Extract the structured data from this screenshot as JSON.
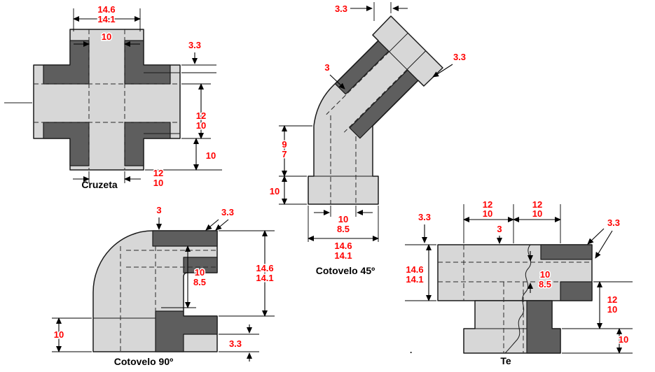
{
  "colors": {
    "dimension_text": "#ff0000",
    "body_fill": "#d7d7d7",
    "section_fill": "#5e5e5e",
    "line": "#000000"
  },
  "cruzeta": {
    "label": "Cruzeta",
    "dim_width_outer_a": "14.6",
    "dim_width_outer_b": "14.1",
    "dim_bore": "10",
    "dim_wall": "3.3",
    "dim_right_a": "12",
    "dim_right_b": "10",
    "dim_arm_depth": "10",
    "dim_bottom_a": "12",
    "dim_bottom_b": "10"
  },
  "cotovelo45": {
    "label": "Cotovelo 45º",
    "dim_top_offset": "3.3",
    "dim_right_wall": "3.3",
    "dim_wall": "3",
    "dim_left_a": "9",
    "dim_left_b": "7",
    "dim_base_height": "10",
    "dim_bore_a": "10",
    "dim_bore_b": "8.5",
    "dim_width_a": "14.6",
    "dim_width_b": "14.1"
  },
  "cotovelo90": {
    "label": "Cotovelo 90º",
    "dim_wall": "3",
    "dim_top_wall": "3.3",
    "dim_bore_a": "10",
    "dim_bore_b": "8.5",
    "dim_height_a": "14.6",
    "dim_height_b": "14.1",
    "dim_base_height": "10",
    "dim_foot": "3.3"
  },
  "te": {
    "label": "Te",
    "dim_top_left_a": "12",
    "dim_top_left_b": "10",
    "dim_top_right_a": "12",
    "dim_top_right_b": "10",
    "dim_left_wall": "3.3",
    "dim_right_wall": "3.3",
    "dim_wall": "3",
    "dim_height_a": "14.6",
    "dim_height_b": "14.1",
    "dim_bore_a": "10",
    "dim_bore_b": "8.5",
    "dim_right_a": "12",
    "dim_right_b": "10",
    "dim_base_height": "10"
  },
  "misc": {
    "stray_dot": "."
  }
}
